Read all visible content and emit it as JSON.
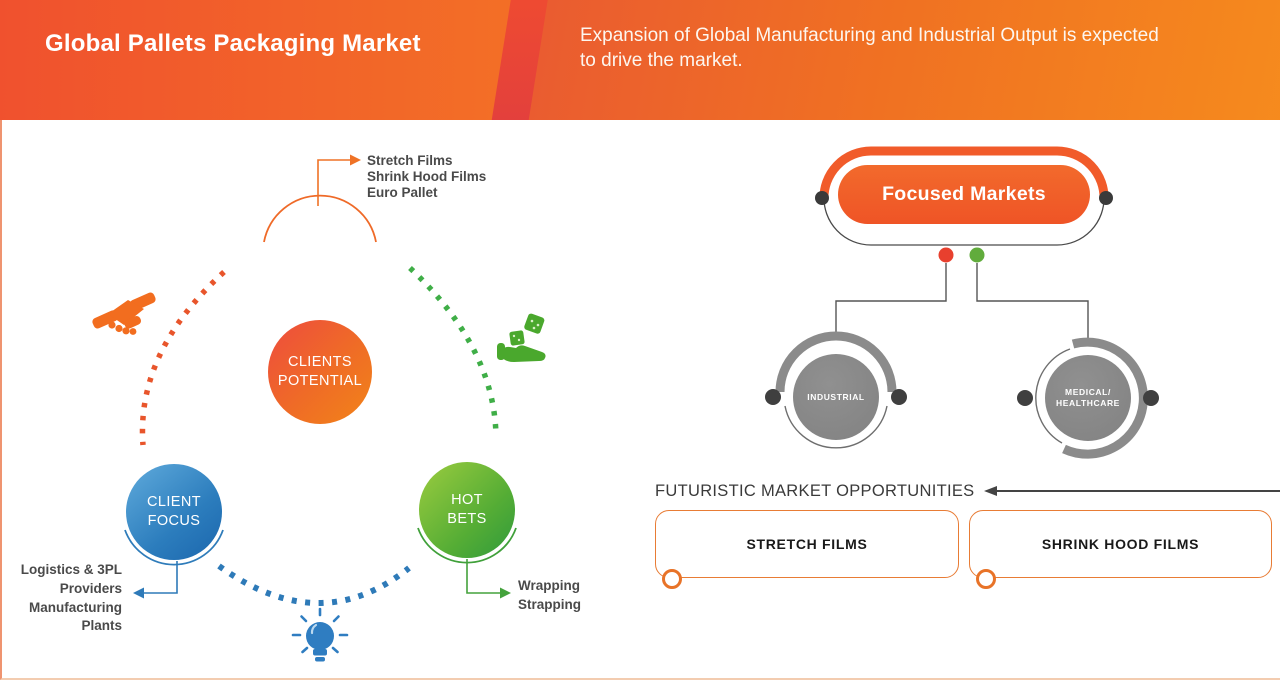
{
  "header": {
    "title": "Global Pallets Packaging Market",
    "subtitle": "Expansion of Global Manufacturing and Industrial Output is expected to drive the market."
  },
  "cycle": {
    "clients_potential": {
      "line1": "CLIENTS",
      "line2": "POTENTIAL",
      "items": [
        "Stretch Films",
        "Shrink Hood Films",
        "Euro Pallet"
      ]
    },
    "client_focus": {
      "line1": "CLIENT",
      "line2": "FOCUS",
      "items": [
        "Logistics & 3PL",
        "Providers",
        "Manufacturing",
        "Plants"
      ]
    },
    "hot_bets": {
      "line1": "HOT",
      "line2": "BETS",
      "items": [
        "Wrapping",
        "Strapping"
      ]
    },
    "icons": {
      "between_potential_and_focus": "handshake-icon",
      "between_potential_and_hot_bets": "hand-giving-boxes-icon",
      "below_cycle": "lightbulb-icon"
    }
  },
  "focused_markets": {
    "title": "Focused Markets",
    "markets": [
      {
        "label": "INDUSTRIAL"
      },
      {
        "line1": "MEDICAL/",
        "line2": "HEALTHCARE"
      }
    ]
  },
  "opportunities": {
    "heading": "FUTURISTIC MARKET OPPORTUNITIES",
    "boxes": [
      "STRETCH FILMS",
      "SHRINK HOOD FILMS"
    ]
  },
  "colors": {
    "primary_orange": "#f15b2a",
    "header_gradient_start": "#f0512e",
    "header_gradient_end": "#f9a01b",
    "header_stripe_red": "#e23f3d",
    "blue": "#2e7ab8",
    "green": "#44a23c",
    "gray_node": "#8b8b8b",
    "red_marker": "#e8402e",
    "green_marker": "#61ac3c",
    "frame_border": "#ef9470"
  }
}
